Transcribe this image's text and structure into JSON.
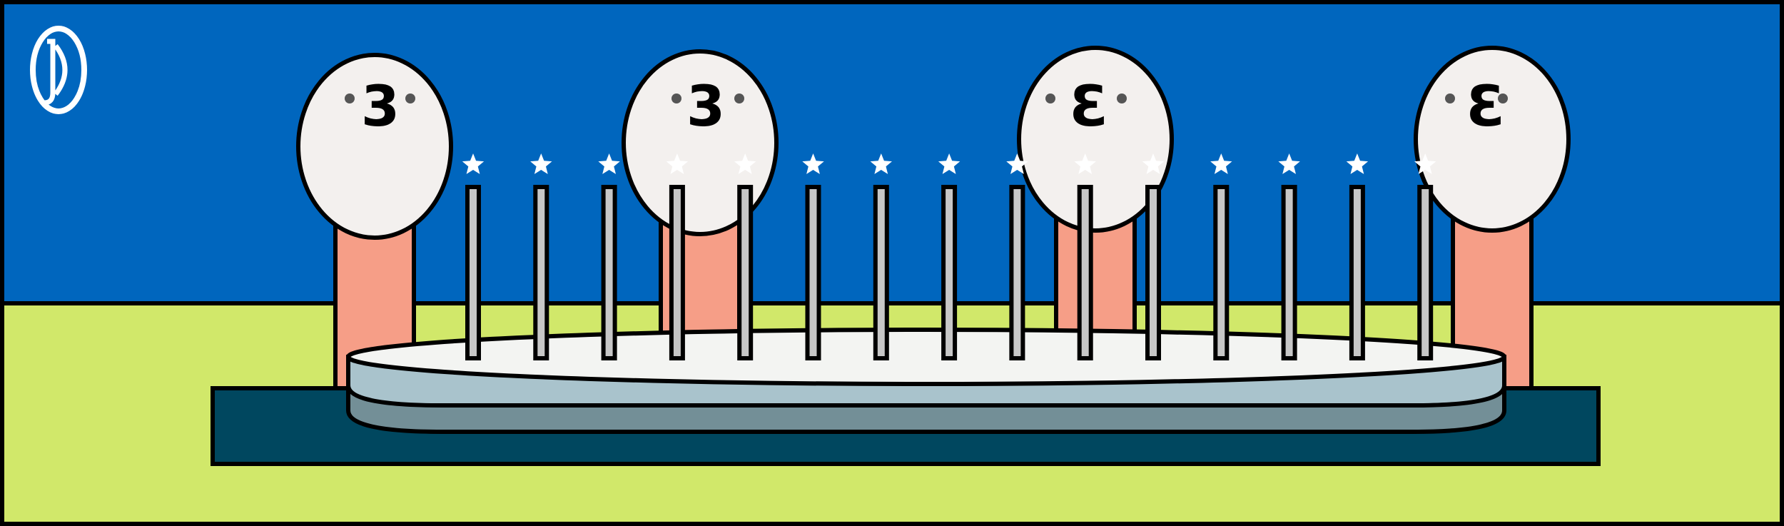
{
  "colors": {
    "sky": "#0066BE",
    "ground": "#D1E86A",
    "frame": "#000000",
    "platform": "#00475F",
    "dish_top": "#F3F4F2",
    "dish_rim": "#A9C3CC",
    "dish_base": "#738F97",
    "body": "#F69E87",
    "head": "#F3F0EE",
    "candle_fill": "#C7C7C7",
    "star": "#FFFFFF",
    "logo": "#FFFFFF"
  },
  "icons": {
    "logo": "circle-monogram-icon",
    "star": "star-icon",
    "candle": "candle-icon"
  },
  "figures": [
    {
      "face": "3"
    },
    {
      "face": "3"
    },
    {
      "face": "3"
    },
    {
      "face": "3"
    }
  ],
  "candle_count": 15
}
